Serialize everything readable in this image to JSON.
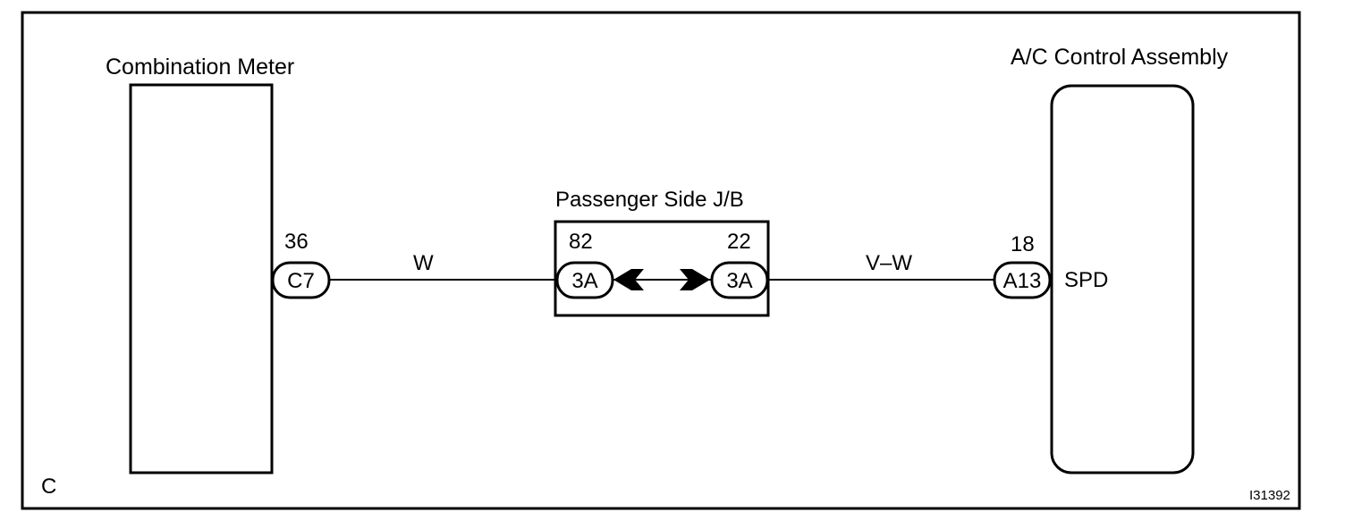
{
  "components": {
    "combination_meter": {
      "title": "Combination Meter"
    },
    "ac_control": {
      "title": "A/C Control Assembly",
      "terminal_name": "SPD"
    },
    "junction_block": {
      "title": "Passenger Side J/B"
    }
  },
  "connectors": {
    "c7": {
      "code": "C7",
      "pin": "36"
    },
    "jb_left": {
      "code": "3A",
      "pin": "82"
    },
    "jb_right": {
      "code": "3A",
      "pin": "22"
    },
    "a13": {
      "code": "A13",
      "pin": "18"
    }
  },
  "wires": {
    "left": {
      "color_code": "W"
    },
    "right": {
      "color_code": "V–W"
    }
  },
  "footer": {
    "corner_letter": "C",
    "figure_id": "I31392"
  }
}
